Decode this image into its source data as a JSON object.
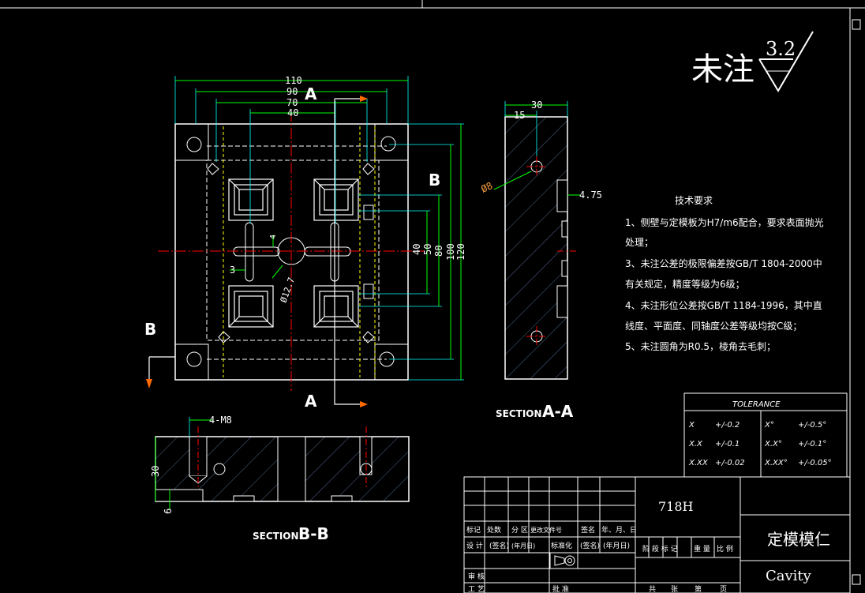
{
  "header": {
    "unmarked_label": "未注",
    "roughness_value": "3.2"
  },
  "front_view": {
    "section_marks": {
      "a_top": "A",
      "a_bottom": "A",
      "b_right": "B",
      "b_left": "B"
    },
    "width_dims": [
      "110",
      "90",
      "70",
      "40"
    ],
    "height_dims": [
      "40",
      "50",
      "80",
      "100",
      "120"
    ],
    "small_dims": {
      "depth": "4",
      "gate_width": "3",
      "sprue_dia": "Ø12.7"
    }
  },
  "section_aa": {
    "title_prefix": "SECTION",
    "title_letter": "A-A",
    "dims": {
      "width": "30",
      "offset": "15",
      "hole": "Ø8",
      "recess": "4.75"
    }
  },
  "section_bb": {
    "title_prefix": "SECTION",
    "title_letter": "B-B",
    "dims": {
      "thread": "4-M8",
      "height": "30",
      "step": "6"
    }
  },
  "tech_requirements": {
    "title": "技术要求",
    "lines": [
      "1、侧壁与定模板为H7/m6配合，要求表面抛光",
      "   处理；",
      "3、未注公差的极限偏差按GB/T 1804-2000中",
      "   有关规定，精度等级为6级；",
      "4、未注形位公差按GB/T 1184-1996，其中直",
      "   线度、平面度、同轴度公差等级均按C级；",
      "5、未注圆角为R0.5，棱角去毛刺；"
    ]
  },
  "tolerance": {
    "title": "TOLERANCE",
    "rows": [
      {
        "a": "X",
        "b": "+/-0.2",
        "c": "X°",
        "d": "+/-0.5°"
      },
      {
        "a": "X.X",
        "b": "+/-0.1",
        "c": "X.X°",
        "d": "+/-0.1°"
      },
      {
        "a": "X.XX",
        "b": "+/-0.02",
        "c": "X.XX°",
        "d": "+/-0.05°"
      }
    ]
  },
  "title_block": {
    "material": "718H",
    "part_name": "定模模仁",
    "part_name_en": "Cavity",
    "revision_headers": [
      "标记",
      "处数",
      "分 区",
      "更改文件号",
      "签名",
      "年、月、日"
    ],
    "design_row": [
      "设 计",
      "(签名)",
      "(年月日)",
      "标准化",
      "(签名)",
      "(年月日)"
    ],
    "stage_headers": [
      "阶 段 标 记",
      "重 量",
      "比 例"
    ],
    "review_label": "审 核",
    "process_label": "工 艺",
    "approve_label": "批 准",
    "sheet_labels": [
      "共",
      "张",
      "第",
      "页"
    ]
  },
  "colors": {
    "background": "#000000",
    "outline": "#ffffff",
    "dimension": "#00ff00",
    "centerline": "#ff0000",
    "hidden": "#ffff00",
    "extension": "#00ffff",
    "hatch": "#4d6a8a",
    "arrow": "#ff6a00"
  }
}
